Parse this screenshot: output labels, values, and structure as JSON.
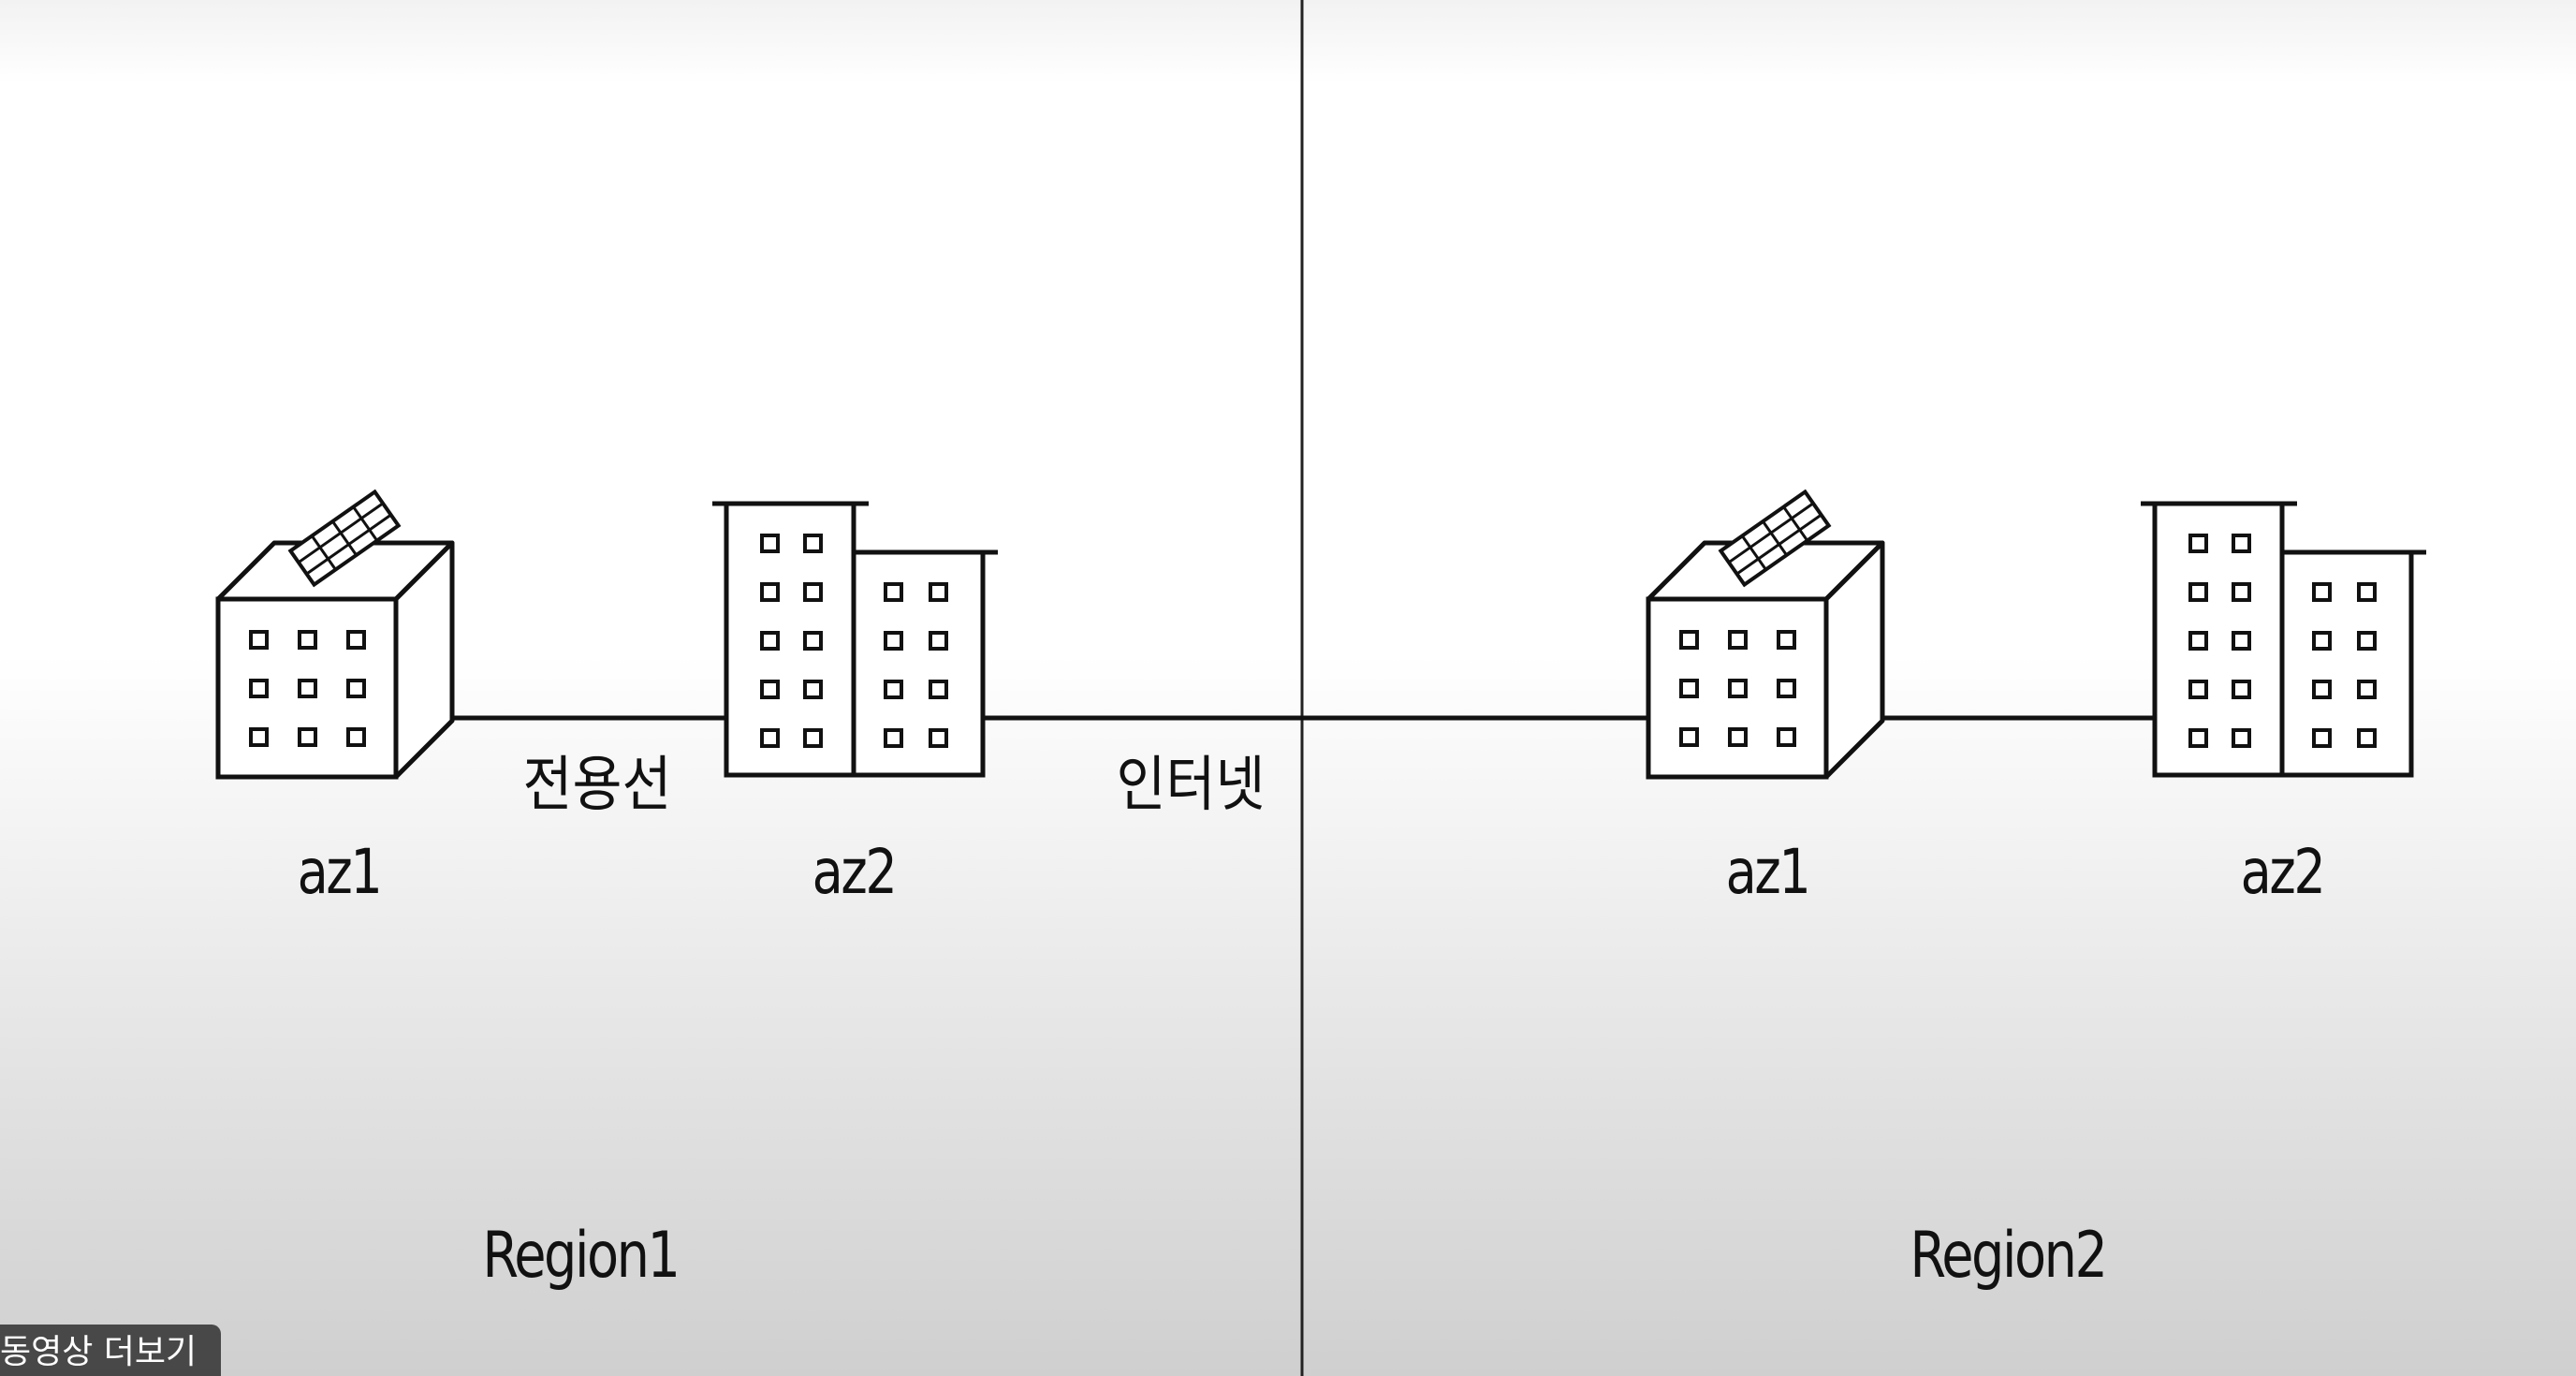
{
  "diagram": {
    "links": {
      "dedicated": "전용선",
      "internet": "인터넷"
    },
    "regions": [
      {
        "name": "Region1",
        "zones": [
          "az1",
          "az2"
        ]
      },
      {
        "name": "Region2",
        "zones": [
          "az1",
          "az2"
        ]
      }
    ]
  },
  "overlay": {
    "more_videos_label": "동영상 더보기"
  }
}
